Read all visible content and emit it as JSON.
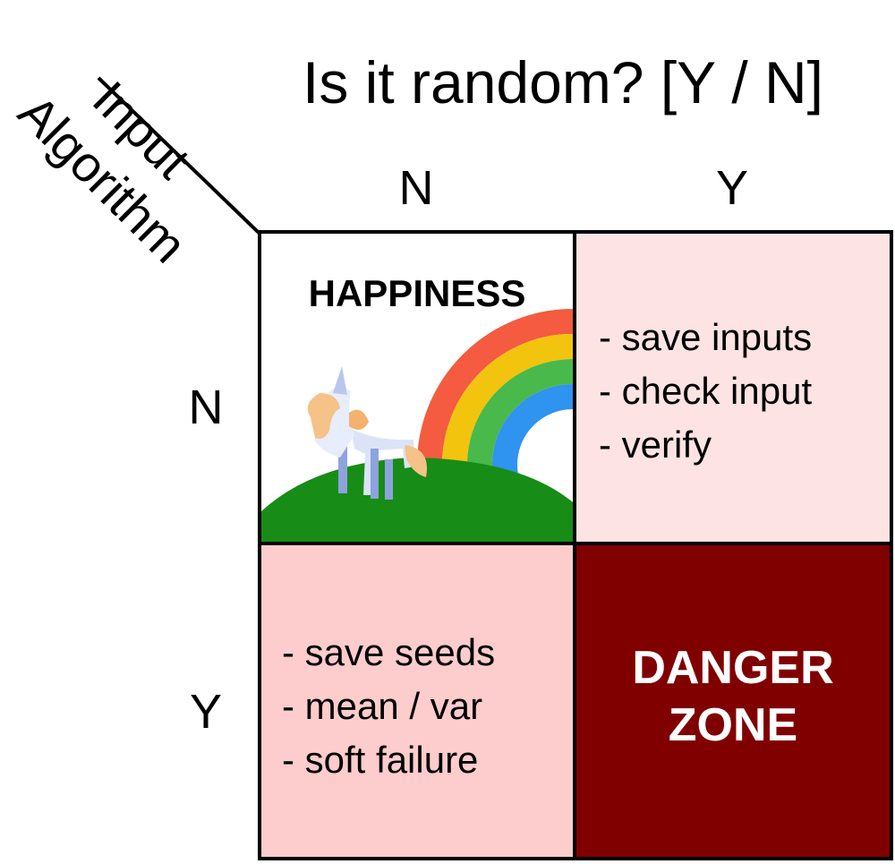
{
  "title": "Is it random? [Y / N]",
  "axis": {
    "input_label": "Input",
    "algorithm_label": "Algorithm"
  },
  "columns": [
    "N",
    "Y"
  ],
  "rows": [
    "N",
    "Y"
  ],
  "cells": {
    "nn": {
      "heading": "HAPPINESS",
      "image": "rainbow-unicorn-illustration"
    },
    "ny": {
      "items": [
        "- save inputs",
        "- check input",
        "- verify"
      ]
    },
    "yn": {
      "items": [
        "- save seeds",
        "- mean / var",
        "- soft failure"
      ]
    },
    "yy": {
      "lines": [
        "DANGER",
        "ZONE"
      ]
    }
  },
  "colors": {
    "ny_bg": "#fde3e3",
    "yn_bg": "#fdcccc",
    "danger_bg": "#800000"
  }
}
